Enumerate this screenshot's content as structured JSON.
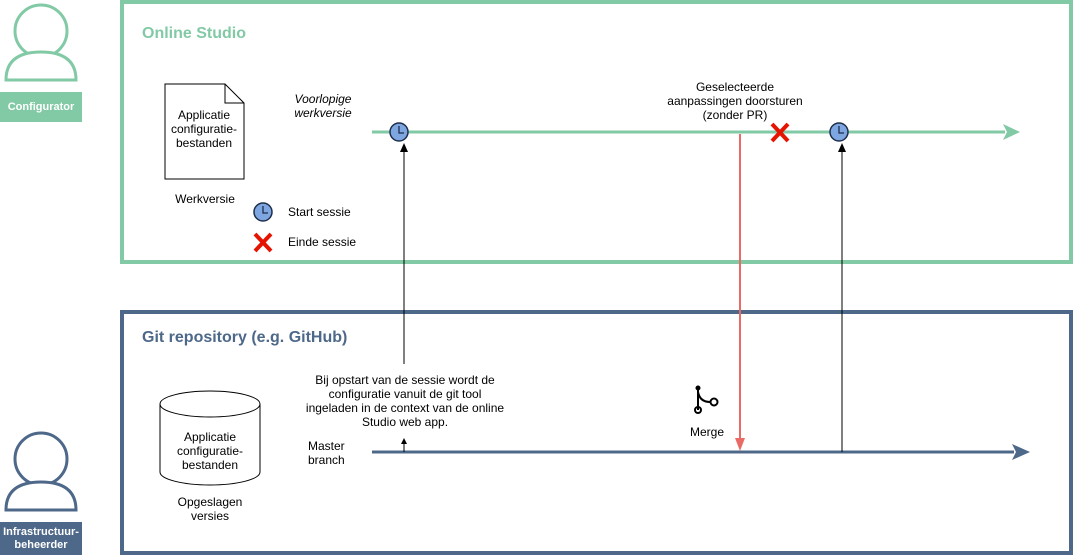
{
  "colors": {
    "studio": "#82c9a5",
    "git": "#4d6889",
    "red_arrow": "#ea6b66",
    "red_x": "#e51400",
    "clock_fill": "#7ea6e0",
    "clock_stroke": "#1f2f4b"
  },
  "actors": {
    "configurator": "Configurator",
    "infra": "Infrastructuur-\nbeheerder"
  },
  "studio": {
    "title": "Online Studio",
    "doc_label": "Applicatie configuratie-bestanden",
    "doc_caption": "Werkversie",
    "branch_label": "Voorlopige werkversie",
    "forward_label": "Geselecteerde aanpassingen doorsturen (zonder PR)",
    "legend": [
      {
        "icon": "clock-icon",
        "label": "Start sessie"
      },
      {
        "icon": "x-icon",
        "label": "Einde sessie"
      }
    ]
  },
  "git": {
    "title": "Git repository (e.g. GitHub)",
    "db_label": "Applicatie configuratie-bestanden",
    "db_caption": "Opgeslagen versies",
    "branch_label": "Master branch",
    "load_note": "Bij opstart van de sessie wordt de configuratie vanuit de git tool ingeladen in de context van de online Studio web app.",
    "merge_label": "Merge"
  }
}
